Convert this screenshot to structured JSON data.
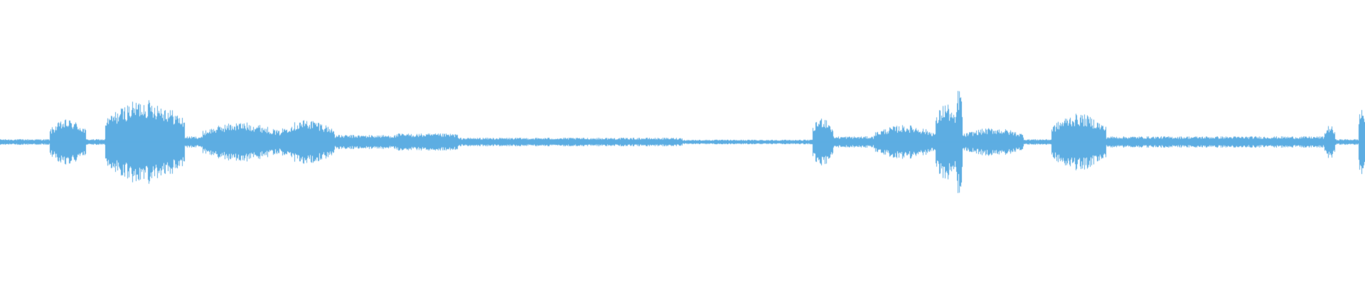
{
  "waveform": {
    "color": "#5dade2",
    "background": "#ffffff",
    "segments": [
      {
        "start": 0.0,
        "end": 0.036,
        "amp": 0.01
      },
      {
        "start": 0.036,
        "end": 0.063,
        "amp": 0.08
      },
      {
        "start": 0.063,
        "end": 0.077,
        "amp": 0.01
      },
      {
        "start": 0.077,
        "end": 0.135,
        "amp": 0.15
      },
      {
        "start": 0.135,
        "end": 0.148,
        "amp": 0.02
      },
      {
        "start": 0.148,
        "end": 0.205,
        "amp": 0.07
      },
      {
        "start": 0.205,
        "end": 0.245,
        "amp": 0.08
      },
      {
        "start": 0.245,
        "end": 0.29,
        "amp": 0.025
      },
      {
        "start": 0.29,
        "end": 0.335,
        "amp": 0.03
      },
      {
        "start": 0.335,
        "end": 0.5,
        "amp": 0.015
      },
      {
        "start": 0.5,
        "end": 0.595,
        "amp": 0.008
      },
      {
        "start": 0.595,
        "end": 0.61,
        "amp": 0.09
      },
      {
        "start": 0.61,
        "end": 0.64,
        "amp": 0.02
      },
      {
        "start": 0.64,
        "end": 0.685,
        "amp": 0.06
      },
      {
        "start": 0.685,
        "end": 0.7,
        "amp": 0.14
      },
      {
        "start": 0.7,
        "end": 0.705,
        "amp": 0.2
      },
      {
        "start": 0.705,
        "end": 0.75,
        "amp": 0.05
      },
      {
        "start": 0.75,
        "end": 0.77,
        "amp": 0.01
      },
      {
        "start": 0.77,
        "end": 0.81,
        "amp": 0.1
      },
      {
        "start": 0.81,
        "end": 0.97,
        "amp": 0.02
      },
      {
        "start": 0.97,
        "end": 0.978,
        "amp": 0.06
      },
      {
        "start": 0.978,
        "end": 0.995,
        "amp": 0.01
      },
      {
        "start": 0.995,
        "end": 1.0,
        "amp": 0.13
      }
    ]
  }
}
